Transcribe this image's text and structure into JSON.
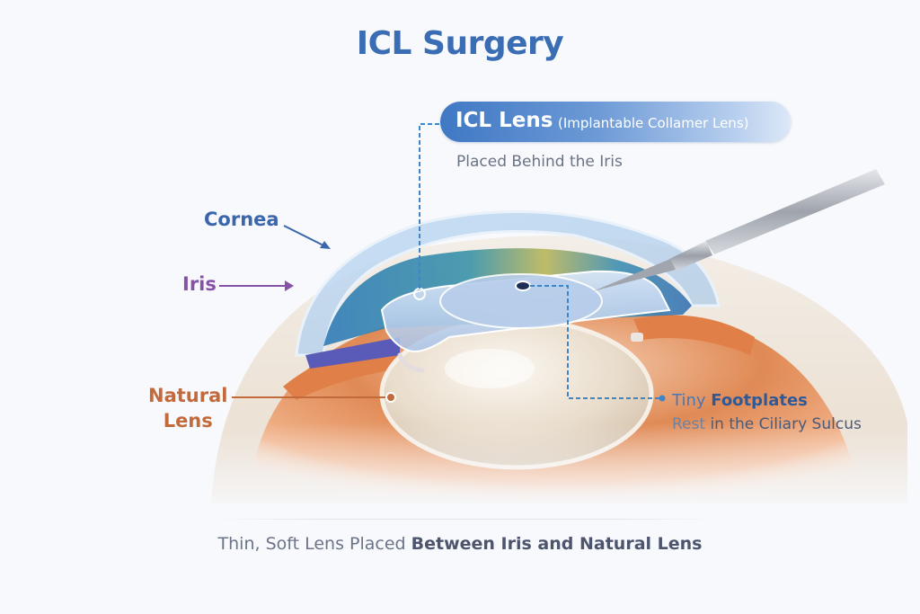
{
  "title": "ICL Surgery",
  "callouts": {
    "icl_lens": {
      "name": "ICL Lens",
      "expansion": "(Implantable Collamer Lens)",
      "note": "Placed Behind the Iris"
    },
    "cornea": "Cornea",
    "iris": "Iris",
    "natural_lens": {
      "line1": "Natural",
      "line2": "Lens"
    },
    "footplates": {
      "line1_light": "Tiny",
      "line1_bold": "Footplates",
      "line2_light": "Rest",
      "line2_dark": "in the Ciliary Sulcus"
    }
  },
  "caption": {
    "light": "Thin, Soft Lens Placed",
    "bold": "Between Iris and Natural Lens"
  },
  "colors": {
    "title": "#3a6db3",
    "cornea": "#3b66ac",
    "iris": "#8553a6",
    "natural_lens": "#c36a3c",
    "leader_dashed": "#3f86c9"
  }
}
